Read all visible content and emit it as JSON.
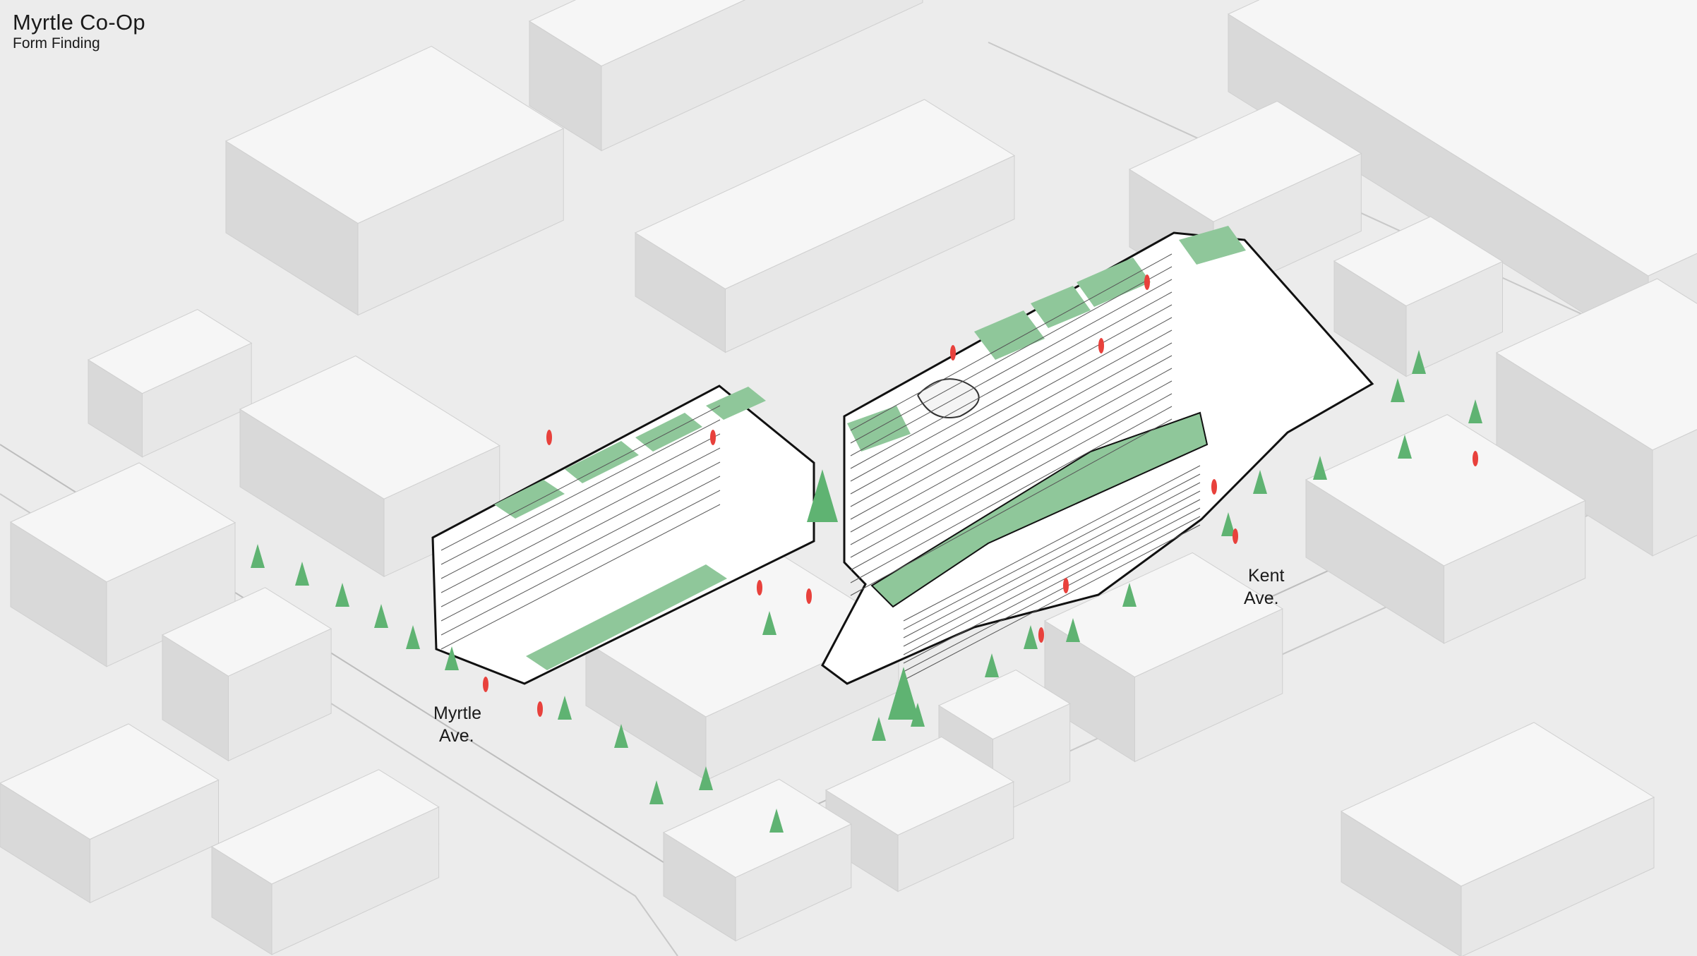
{
  "header": {
    "title": "Myrtle Co-Op",
    "subtitle": "Form Finding"
  },
  "streets": [
    {
      "name_line1": "Myrtle",
      "name_line2": "Ave."
    },
    {
      "name_line1": "Kent",
      "name_line2": "Ave."
    }
  ],
  "colors": {
    "ground": "#ececec",
    "context_top": "#f6f6f6",
    "context_left": "#d9d9d9",
    "context_right": "#e7e7e7",
    "green_roof": "#8fc79a",
    "tree": "#5fb372",
    "person": "#e8413c",
    "outline": "#111111"
  }
}
